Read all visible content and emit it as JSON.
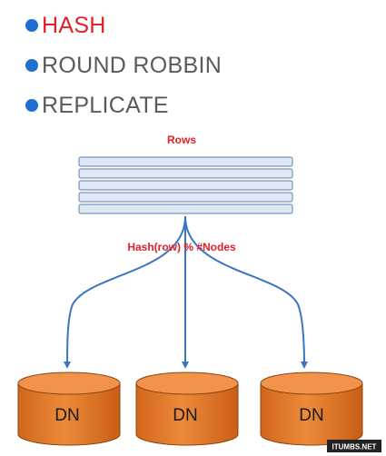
{
  "bullets": [
    {
      "label": "HASH",
      "active": true
    },
    {
      "label": "ROUND ROBBIN",
      "active": false
    },
    {
      "label": "REPLICATE",
      "active": false
    }
  ],
  "diagram": {
    "rows_label": "Rows",
    "formula_label": "Hash(row) % #Nodes",
    "row_count": 5,
    "nodes": [
      {
        "label": "DN"
      },
      {
        "label": "DN"
      },
      {
        "label": "DN"
      }
    ]
  },
  "watermark": "ITUMBS.NET",
  "colors": {
    "accent_red": "#e0202a",
    "bullet_blue": "#1f6fd1",
    "arrow_blue": "#3a74c4",
    "node_orange": "#e0731f",
    "row_fill": "#dfe8f5"
  }
}
